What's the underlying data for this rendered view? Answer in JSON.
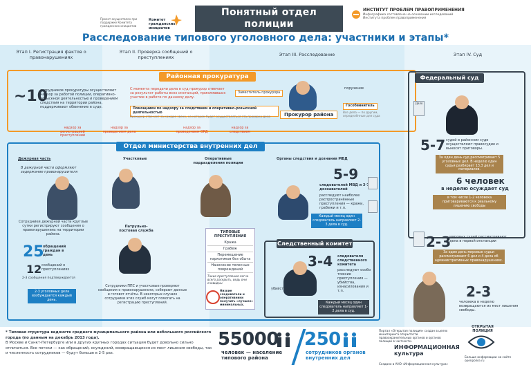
{
  "header": {
    "sponsor_text": "Проект осуществлен при поддержке Комитета гражданских инициатив",
    "brand": "Комитет гражданских инициатив",
    "title": "Понятный отдел полиции",
    "subtitle": "в контексте траектории уголовного дела",
    "institute_name": "ИНСТИТУТ ПРОБЛЕМ ПРАВОПРИМЕНЕНИЯ",
    "institute_note": "Инфографика составлена на основании исследований Института проблем правоприменения",
    "main_title": "Расследование типового уголовного дела: участники и этапы*"
  },
  "stages": [
    "Этап I. Регистрация фактов о правонарушениях",
    "Этап II. Проверка сообщений о преступлениях",
    "Этап III. Расследование",
    "Этап IV. Суд"
  ],
  "prosecutor": {
    "banner": "Районная прокуратура",
    "count": "~10",
    "count_text": "сотрудников прокуратуры осуществляют надзор за работой полиции, оперативно-розыскной деятельностью и проведением следствия на территории района, поддерживают обвинение в суде.",
    "note": "С момента передачи дела в суд прокурор отвечает за результат работы всех инстанций, принимавших участие в работе по данному делу.",
    "deputy": "Заместитель прокурора",
    "order": "поручение",
    "prosecution": "Гособвинитель",
    "prosecution_note": "Все дела — по другим, определённые для суда",
    "assistants": "Помощники по надзору за следствием и оперативно-розыскной деятельностью",
    "assistants_note": "Прокурор отвечает за каждое звено, на котором будет осуществляться эта проверка дела",
    "chief": "Прокурор района"
  },
  "supervision_labels": [
    "надзор за регистрацией преступлений",
    "надзор за проведением дела",
    "надзор за проведением ОРД",
    "надзор за следствием"
  ],
  "police": {
    "banner": "Отдел министерства внутренних дел",
    "duty": "Дежурная часть",
    "duty_note": "В дежурной части оформляют задержание правонарушителя",
    "district": "Участковые",
    "operative": "Оперативные подразделения полиции",
    "investigation": "Органы следствия и дознания МВД",
    "duty_text": "Сотрудники дежурной части круглые сутки регистрируют сообщения о правонарушениях на территории района.",
    "reports_num": "25",
    "reports_text": "обращений граждан в день",
    "crimes_num": "12",
    "crimes_text": "сообщений о преступлениях",
    "confirmed": "2-3 сообщения подтверждается",
    "cases": "2-3 уголовных дела возбуждается каждый день.",
    "patrol": "Патрульно-постовая служба",
    "patrol_text": "Сотрудники ППС и участковые проверяют сообщения о правонарушениях, собирают данные и готовят отчёты. В некоторых случаях сотрудники этих служб могут помогать на регистрацию преступлений.",
    "investigators_num": "5-9",
    "investigators_text": "следователей МВД и 3-7 дознавателей",
    "investigators_note": "расследуют наиболее распространённые преступления — кражи, грабежи и т.п.",
    "investigators_month": "Каждый месяц один следователь направляет 2-3 дела в суд.",
    "crime_types_title": "ТИПОВЫЕ ПРЕСТУПЛЕНИЯ",
    "crime_types": [
      "Кража",
      "Грабеж",
      "Перемещение наркотиков без сбыта",
      "Нанесение телесных повреждений"
    ],
    "crime_note": "Такие преступления легче всего раскрыть, ведь они очевидны",
    "low_text": "Низкие следователи и оперативники получить «лучшее» минимальных."
  },
  "committee": {
    "banner": "Следственный комитет",
    "num": "3-4",
    "text": "следователя следственного комитета",
    "note": "расследуют особо тяжкие преступления — убийства, изнасилования и т.п.",
    "month": "Каждый месяц один следователь направляет 1-2 дела в суд.",
    "murder": "убийство"
  },
  "court": {
    "banner": "Федеральный суд",
    "judges_num": "5-7",
    "judges_text": "судей в районном суде осуществляют правосудие и выносят приговоры.",
    "judges_note": "За один день суд рассматривает 5 уголовных дел. В неделю один судья разбирает 13,3 дел и материалов.",
    "weekly_num": "6 человек",
    "weekly_text": "в неделю осуждает суд",
    "weekly_note": "в том числе 1-2 человека приговариваются к реальному лишению свободы",
    "magistrate_num": "2-3",
    "magistrate_text": "мировых судей рассматривают дела в первой инстанции",
    "magistrate_note": "За один день мировые судьи рассматривают 6 дел и 4 дела об административных правонарушениях.",
    "prison_num": "2-3",
    "prison_text": "человека в неделю возвращаются из мест лишения свободы.",
    "case_label": "Дело"
  },
  "footer": {
    "note_title": "* Типовая структура ведомств среднего муниципального района или небольшого российского города (по данным на декабрь 2013 года).",
    "note_text": "В Москве и Санкт-Петербурге или в других крупных городах ситуация будет довольно сильно отличаться. Все потоки — как обращений, осуждений, возвращающихся из мест лишения свободы, так и численность сотрудников — будут больше в 2-5 раз.",
    "population_num": "55000",
    "population_text": "человек — население типового района",
    "officers_num": "250",
    "officers_text": "сотрудников органов внутренних дел",
    "portal_text": "Портал «Открытая полиция» создан в целях мониторинга открытости правоохранительных органов и органов полиции в частности.",
    "culture_brand": "ИНФОРМАЦИОННАЯ культура",
    "culture_note": "Создано в АНО «Информационная культура»",
    "open_police": "ОТКРЫТАЯ ПОЛИЦИЯ",
    "open_police_note": "Больше информации на сайте openpolice.ru"
  },
  "colors": {
    "orange": "#f39a29",
    "blue": "#1d7fc4",
    "dark": "#3a4651",
    "tan": "#a9834c",
    "red": "#d8412f"
  }
}
